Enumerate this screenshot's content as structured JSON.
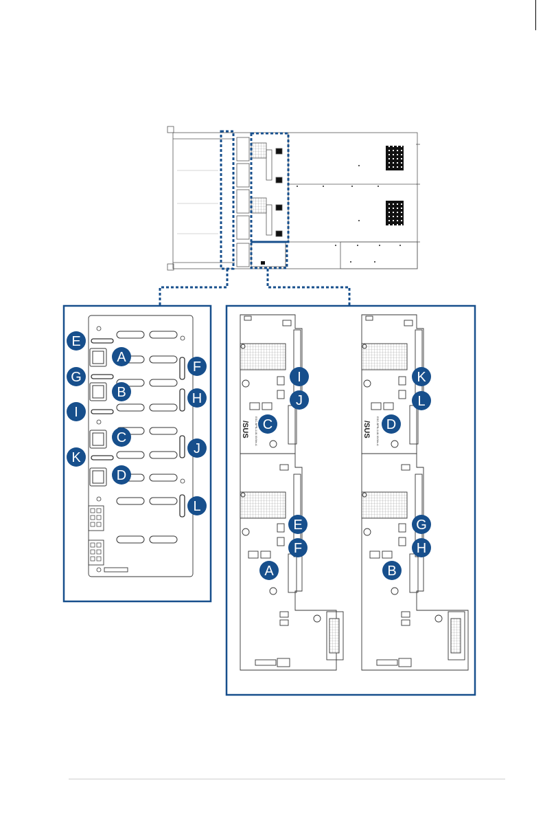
{
  "colors": {
    "accent": "#174f8c",
    "line": "#555555"
  },
  "diagram": {
    "brand": "/SUS",
    "board_model": "ESC-BPB-1U8-NVMe-A",
    "left_panel_callouts": [
      "E",
      "A",
      "G",
      "B",
      "I",
      "C",
      "K",
      "D",
      "F",
      "H",
      "J",
      "L"
    ],
    "board_top_left_callouts": [
      "I",
      "J",
      "C",
      "E",
      "F",
      "A"
    ],
    "board_top_right_callouts": [
      "K",
      "L",
      "D",
      "G",
      "H",
      "B"
    ]
  }
}
